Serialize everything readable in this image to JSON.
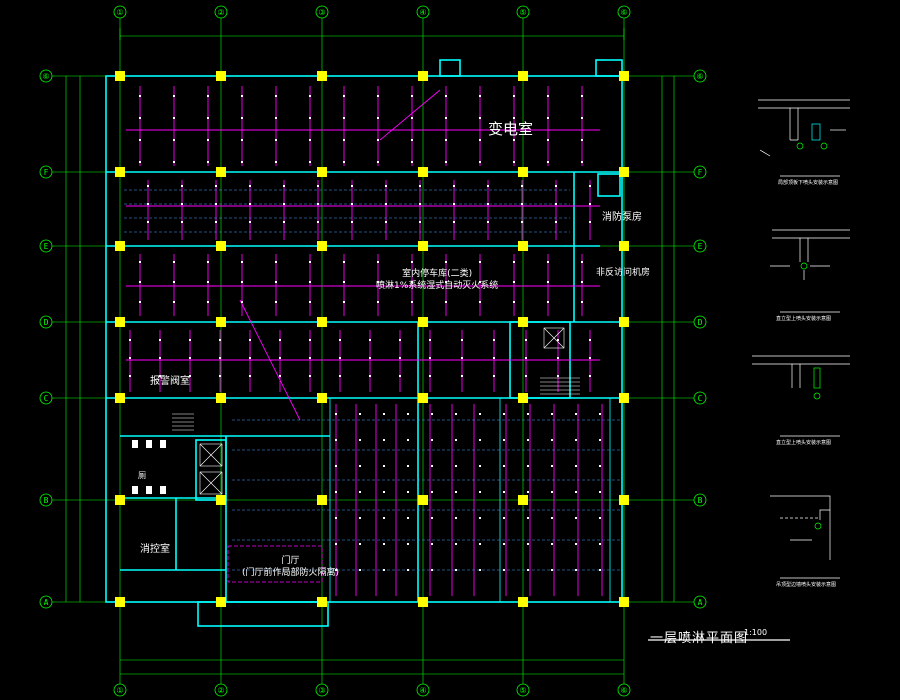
{
  "drawing": {
    "title": "一层喷淋平面图",
    "scale": "1:100",
    "rooms": {
      "transformer": "变电室",
      "fire_pump": "消防泵房",
      "pipe_shaft": "非反访问机房",
      "parking_line1": "室内停车库(二类)",
      "parking_line2": "喷淋1%系统湿式自动灭火系统",
      "alarm_valve": "报警阀室",
      "toilet": "厕",
      "fire_control": "消控室",
      "lobby_line1": "门厅",
      "lobby_line2": "(门厅前作局部防火隔离)"
    },
    "axis_columns": [
      "①",
      "②",
      "③",
      "④",
      "⑤",
      "⑥"
    ],
    "axis_rows": [
      "⑥",
      "F",
      "E",
      "D",
      "C",
      "B",
      "A"
    ],
    "details": [
      "局部顶板下喷头安装示意图",
      "直立型上喷头安装示意图",
      "直立型上喷头安装示意图",
      "吊顶型边墙喷头安装示意图"
    ]
  },
  "colors": {
    "background": "#000000",
    "grid": "#00ff00",
    "column": "#ffff00",
    "wall": "#00ffff",
    "pipe": "#ff00ff",
    "text": "#ffffff"
  }
}
